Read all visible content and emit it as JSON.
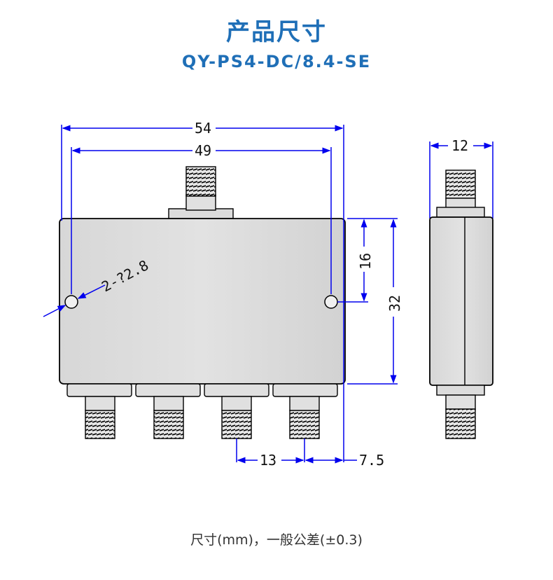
{
  "header": {
    "title": "产品尺寸",
    "model": "QY-PS4-DC/8.4-SE"
  },
  "drawing": {
    "front": {
      "width_overall": "54",
      "hole_spacing": "49",
      "height": "32",
      "hole_offset": "16",
      "hole_callout": "2-?2.8",
      "port_pitch": "13",
      "port_edge": "7.5"
    },
    "side": {
      "thickness": "12"
    },
    "colors": {
      "dimension_line": "#0000ee",
      "body_fill": "#dcdcdc",
      "outline": "#000000"
    }
  },
  "footer": {
    "note": "尺寸(mm)，一般公差(±0.3)"
  }
}
